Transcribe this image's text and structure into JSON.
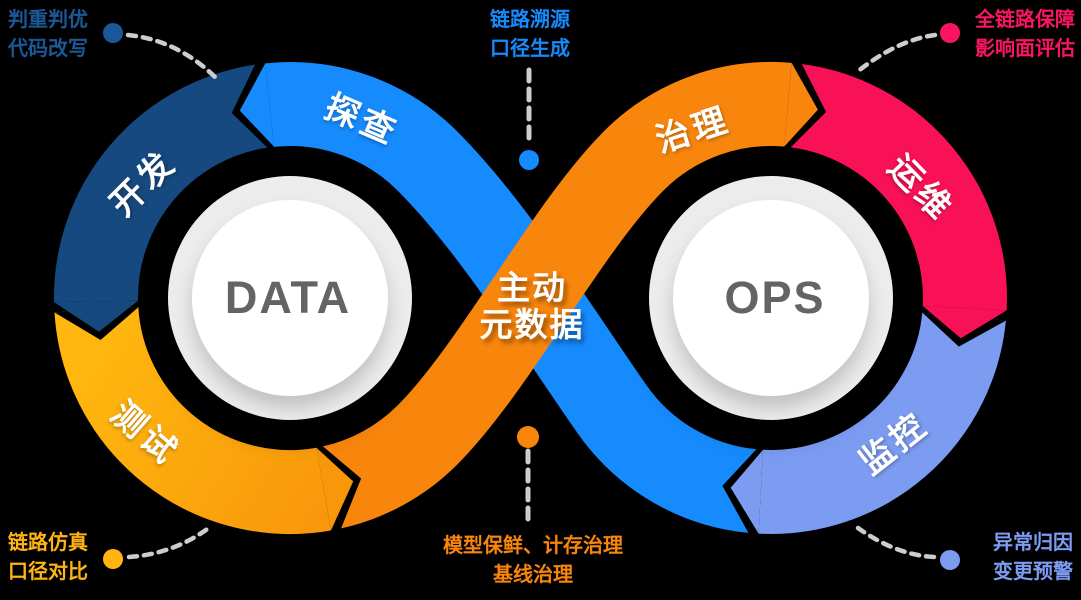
{
  "center_label": {
    "line1": "主动",
    "line2": "元数据"
  },
  "loops": {
    "left": "DATA",
    "right": "OPS"
  },
  "segments": [
    {
      "id": "develop",
      "label": "开发",
      "color": "#16497F"
    },
    {
      "id": "explore",
      "label": "探查",
      "color": "#168BFD"
    },
    {
      "id": "test",
      "label": "测试",
      "color": "#FFB70F",
      "color_end": "#F9970B"
    },
    {
      "id": "govern",
      "label": "治理",
      "color": "#F8860D"
    },
    {
      "id": "operate",
      "label": "运维",
      "color": "#F91157"
    },
    {
      "id": "monitor",
      "label": "监控",
      "color": "#7C9CF2"
    }
  ],
  "annotations": {
    "top_left": {
      "lines": [
        "判重判优",
        "代码改写"
      ],
      "color": "#1C5796"
    },
    "top_center": {
      "lines": [
        "链路溯源",
        "口径生成"
      ],
      "color": "#168BFD"
    },
    "top_right": {
      "lines": [
        "全链路保障",
        "影响面评估"
      ],
      "color": "#FB1464"
    },
    "bottom_left": {
      "lines": [
        "链路仿真",
        "口径对比"
      ],
      "color": "#FFB414"
    },
    "bottom_center": {
      "lines": [
        "模型保鲜、计存治理",
        "基线治理"
      ],
      "color": "#F8860D"
    },
    "bottom_right": {
      "lines": [
        "异常归因",
        "变更预警"
      ],
      "color": "#7C9CF2"
    }
  },
  "style_colors": {
    "background": "#000000",
    "connector_gray": "#CDCDCD",
    "circle_outer": "#ECECEC",
    "circle_inner": "#FFFFFF",
    "loop_text": "#646464",
    "segment_text": "#FFFFFF"
  }
}
